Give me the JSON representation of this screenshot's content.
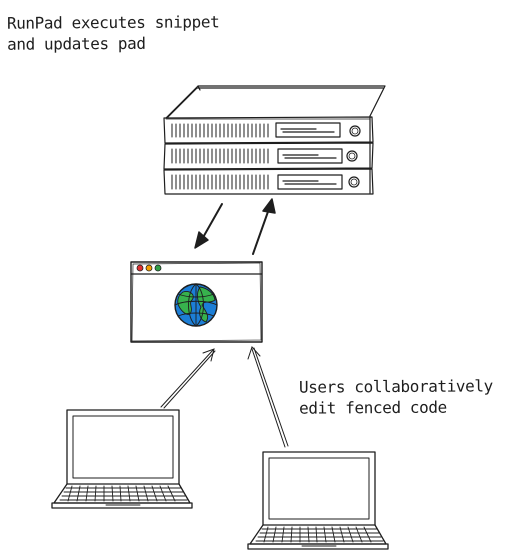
{
  "annotations": {
    "server_note": {
      "line1": "RunPad executes snippet",
      "line2": "and updates pad"
    },
    "users_note": {
      "line1": "Users collaboratively",
      "line2": "edit fenced code"
    }
  },
  "nodes": {
    "server_rack": {
      "units": 3,
      "icon": "server-rack-icon"
    },
    "browser_window": {
      "icon": "web-browser-icon",
      "content_icon": "globe-icon",
      "traffic_lights": [
        "#e03131",
        "#f59f00",
        "#2f9e44"
      ]
    },
    "clients": [
      {
        "icon": "laptop-icon"
      },
      {
        "icon": "laptop-icon"
      }
    ]
  },
  "colors": {
    "ink": "#1e1e1e",
    "globe_ocean": "#1c7ed6",
    "globe_land": "#37b24d",
    "paper": "#ffffff"
  }
}
